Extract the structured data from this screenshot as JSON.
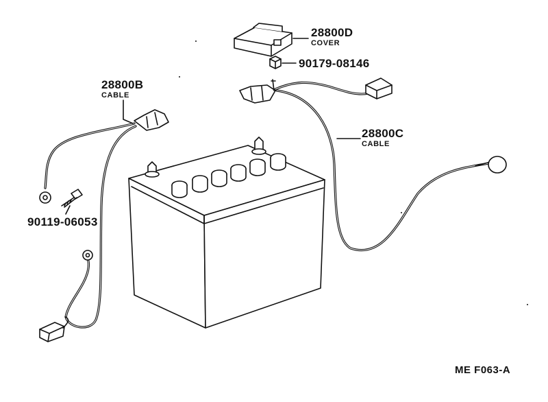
{
  "parts": [
    {
      "id": "cover",
      "part_number": "28800D",
      "name": "COVER"
    },
    {
      "id": "nut",
      "part_number": "90179-08146"
    },
    {
      "id": "neg-cable",
      "part_number": "28800B",
      "name": "CABLE"
    },
    {
      "id": "pos-cable",
      "part_number": "28800C",
      "name": "CABLE"
    },
    {
      "id": "bolt",
      "part_number": "90119-06053"
    }
  ],
  "figure_code": "ME F063-A",
  "colors": {
    "ink": "#111111",
    "paper": "#ffffff"
  }
}
